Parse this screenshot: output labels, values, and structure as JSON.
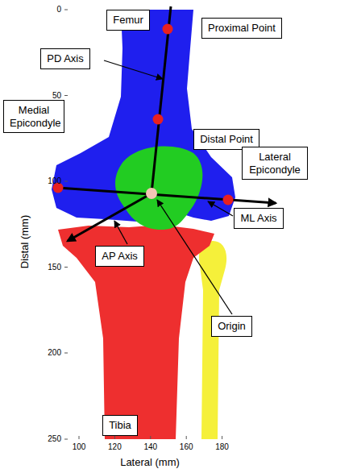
{
  "diagram": {
    "nodes": [
      {
        "text": [
          "Femur"
        ]
      },
      {
        "text": [
          "Proximal Point"
        ]
      },
      {
        "text": [
          "PD Axis"
        ]
      },
      {
        "text": [
          "Distal Point"
        ]
      },
      {
        "text": [
          "Medial Epicondyle"
        ]
      },
      {
        "text": [
          "Lateral Epicondyle"
        ]
      },
      {
        "text": [
          "ML Axis"
        ]
      },
      {
        "text": [
          "AP Axis"
        ]
      },
      {
        "text": [
          "Origin"
        ]
      },
      {
        "text": [
          "Tibia"
        ]
      }
    ],
    "labels": [
      "0",
      "50",
      "100",
      "150",
      "200",
      "250",
      "Distal (mm)",
      "100",
      "120",
      "140",
      "160",
      "180",
      "Lateral (mm)"
    ]
  }
}
